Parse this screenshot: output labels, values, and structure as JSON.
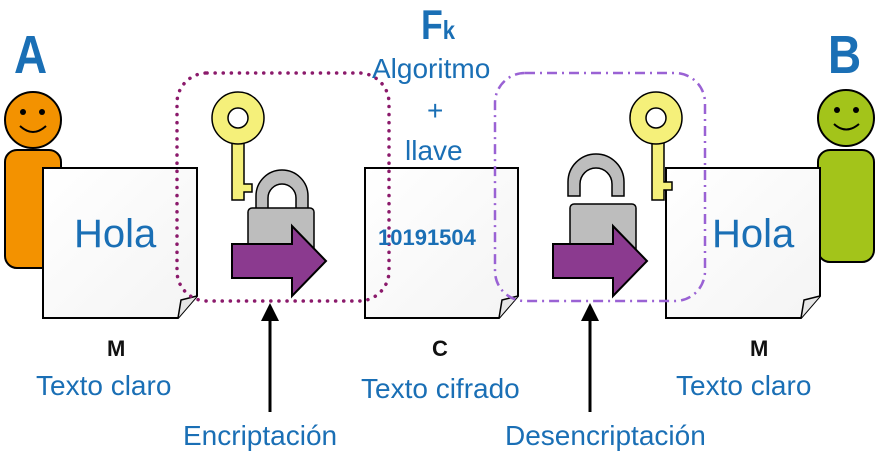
{
  "sender": {
    "label": "A",
    "color": "#f39200"
  },
  "receiver": {
    "label": "B",
    "color": "#a3c41a"
  },
  "function": {
    "symbol": "F",
    "subscript": "k",
    "line1": "Algoritmo",
    "line2": "+",
    "line3": "llave"
  },
  "plaintext_left": {
    "content": "Hola",
    "symbol": "M",
    "caption": "Texto claro"
  },
  "ciphertext": {
    "content": "10191504",
    "symbol": "C",
    "caption": "Texto cifrado"
  },
  "plaintext_right": {
    "content": "Hola",
    "symbol": "M",
    "caption": "Texto claro"
  },
  "process_left": {
    "label": "Encriptación",
    "box_color": "#8b1a6b",
    "arrow_color": "#8b3a8f"
  },
  "process_right": {
    "label": "Desencriptación",
    "box_color": "#9a62d4",
    "arrow_color": "#8b3a8f"
  },
  "key_color": "#f5f07a",
  "lock_color": "#bdbdbd",
  "text_color": "#1a6fb5"
}
